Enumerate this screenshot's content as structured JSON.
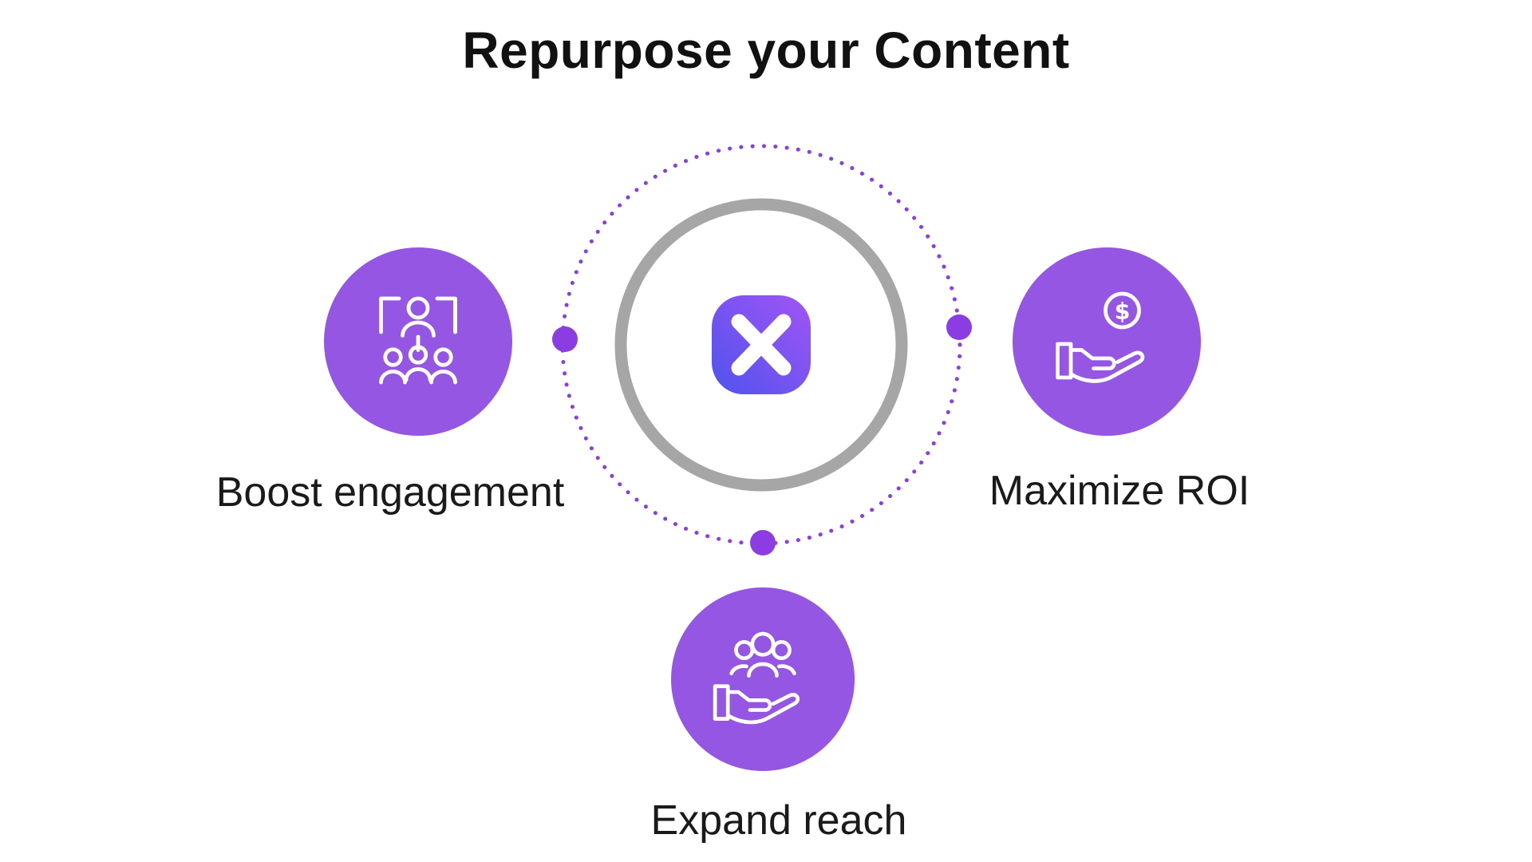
{
  "title": "Repurpose your Content",
  "center": {
    "icon": "x-logo-icon"
  },
  "items": [
    {
      "id": "boost-engagement",
      "label": "Boost engagement",
      "icon": "presentation-audience-icon",
      "position": "left"
    },
    {
      "id": "maximize-roi",
      "label": "Maximize ROI",
      "icon": "hand-coin-icon",
      "position": "right"
    },
    {
      "id": "expand-reach",
      "label": "Expand reach",
      "icon": "hand-people-icon",
      "position": "bottom"
    }
  ],
  "icons": {
    "coin_symbol": "$"
  },
  "colors": {
    "background": "#ffffff",
    "bubble_purple": "#9456e3",
    "orbit_purple": "#8b3de3",
    "ring_gray": "#a6a6a6",
    "logo_gradient_start": "#4f53ee",
    "logo_gradient_end": "#a254f5",
    "title_text": "#111111",
    "label_text": "#1a1a1a"
  }
}
